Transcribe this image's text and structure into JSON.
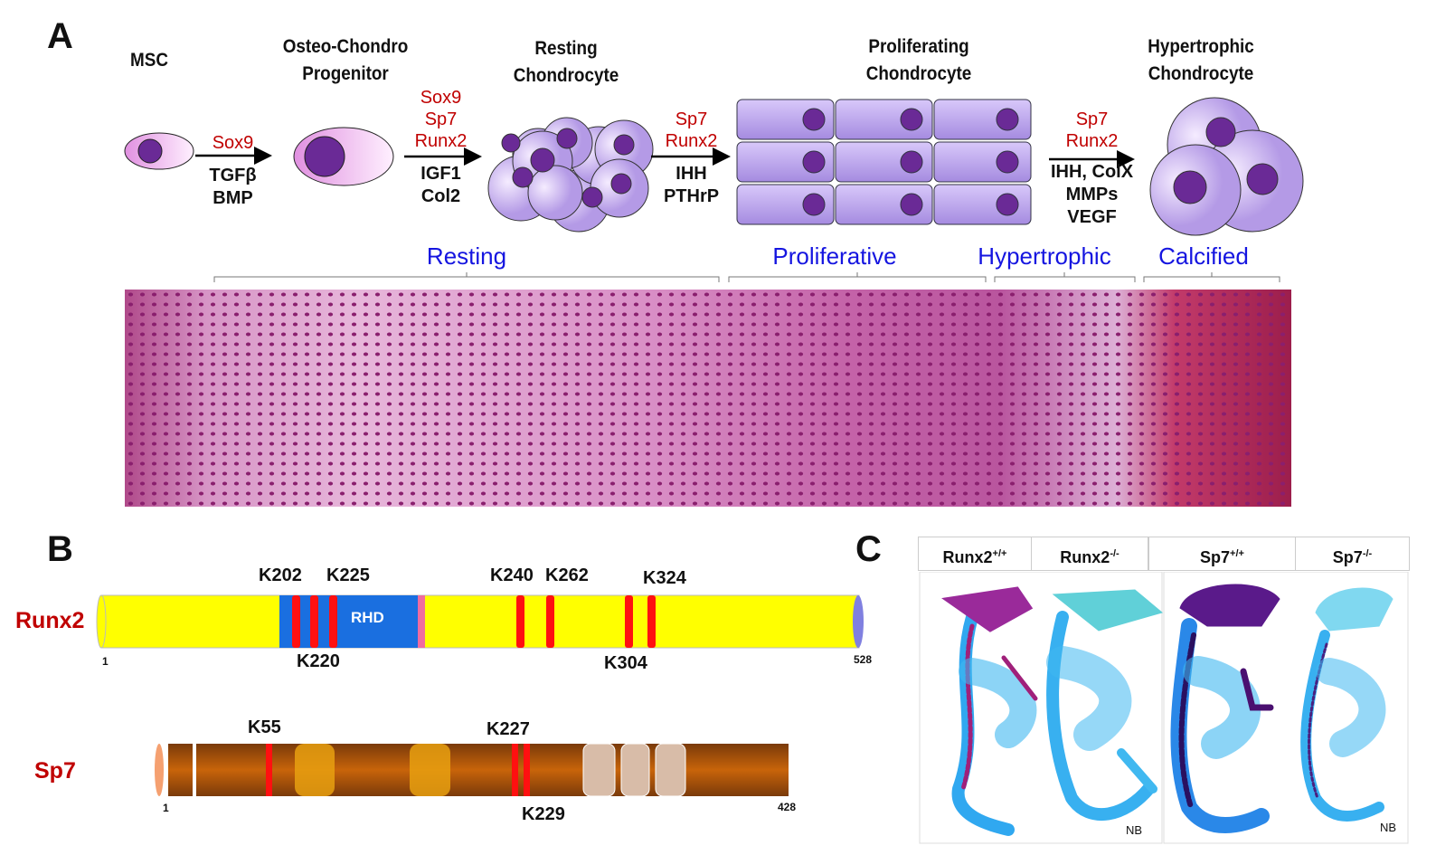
{
  "panelA": {
    "label": "A",
    "stages": [
      {
        "line1": "MSC",
        "line2": ""
      },
      {
        "line1": "Osteo-Chondro",
        "line2": "Progenitor"
      },
      {
        "line1": "Resting",
        "line2": "Chondrocyte"
      },
      {
        "line1": "Proliferating",
        "line2": "Chondrocyte"
      },
      {
        "line1": "Hypertrophic",
        "line2": "Chondrocyte"
      }
    ],
    "transitions": [
      {
        "factors": [
          "Sox9"
        ],
        "signals": [
          "TGFβ",
          "BMP"
        ]
      },
      {
        "factors": [
          "Sox9",
          "Sp7",
          "Runx2"
        ],
        "signals": [
          "IGF1",
          "Col2"
        ]
      },
      {
        "factors": [
          "Sp7",
          "Runx2"
        ],
        "signals": [
          "IHH",
          "PTHrP"
        ]
      },
      {
        "factors": [
          "Sp7",
          "Runx2"
        ],
        "signals": [
          "IHH, ColX",
          "MMPs",
          "VEGF"
        ]
      }
    ],
    "zones": [
      "Resting",
      "Proliferative",
      "Hypertrophic",
      "Calcified"
    ],
    "colors": {
      "factor": "#c00000",
      "zone": "#1515e0",
      "cell": "#c9b3f0",
      "nucleus": "#6a2a96"
    }
  },
  "panelB": {
    "label": "B",
    "runx2": {
      "name": "Runx2",
      "start": "1",
      "end": "528",
      "domain": "RHD",
      "sites_top": [
        "K202",
        "K225",
        "K240",
        "K262",
        "K324"
      ],
      "sites_bottom": [
        "K220",
        "K304"
      ]
    },
    "sp7": {
      "name": "Sp7",
      "start": "1",
      "end": "428",
      "sites_top": [
        "K55",
        "K227"
      ],
      "sites_bottom": [
        "K229"
      ]
    }
  },
  "panelC": {
    "label": "C",
    "genotypes": [
      {
        "gene": "Runx2",
        "sup": "+/+"
      },
      {
        "gene": "Runx2",
        "sup": "-/-"
      },
      {
        "gene": "Sp7",
        "sup": "+/+"
      },
      {
        "gene": "Sp7",
        "sup": "-/-"
      }
    ],
    "stage_labels": [
      "NB",
      "NB"
    ]
  }
}
